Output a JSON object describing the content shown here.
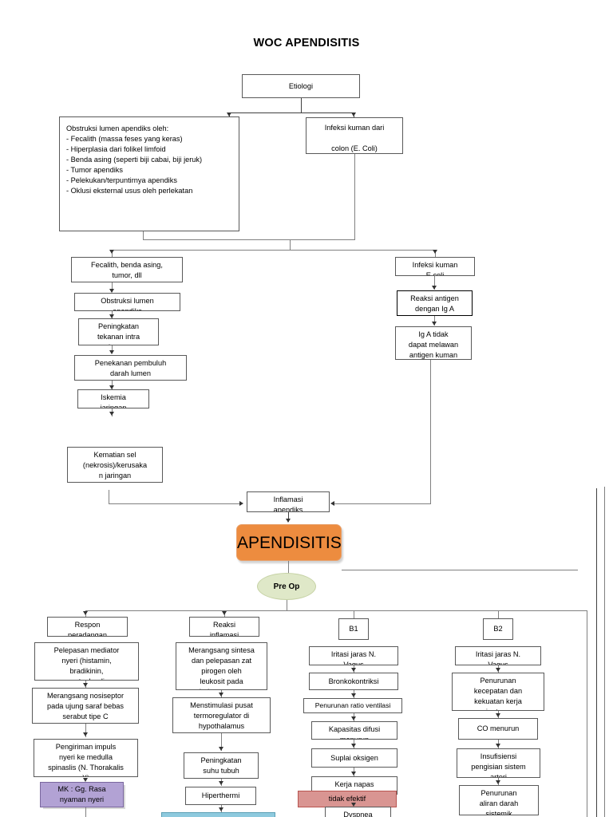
{
  "document": {
    "title": "WOC APENDISITIS"
  },
  "nodes": {
    "etiologi": "Etiologi",
    "obstruksi_list": "Obstruksi lumen apendiks oleh:\n- Fecalith (massa feses yang keras)\n- Hiperplasia dari folikel limfoid\n- Benda asing (seperti biji cabai, biji jeruk)\n- Tumor apendiks\n- Pelekukan/terpuntirnya apendiks\n- Oklusi eksternal usus oleh perlekatan",
    "infeksi_kuman_colon": "Infeksi kuman dari\n\ncolon (E. Coli)",
    "fecalith_benda": "Fecalith, benda asing,\ntumor, dll",
    "obstruksi_lumen": "Obstruksi lumen\napendiks",
    "peningkatan_tekanan": "Peningkatan\ntekanan intra\nlumen",
    "penekanan_pembuluh": "Penekanan pembuluh\ndarah lumen",
    "iskemia": "Iskemia\njaringan",
    "infeksi_ecoli": "Infeksi kuman\nE coli",
    "reaksi_antigen": "Reaksi antigen\ndengan Ig A",
    "iga_tidak": "Ig A tidak\ndapat melawan\nantigen kuman",
    "kematian_sel": "Kematian sel\n(nekrosis)/kerusaka\nn jaringan",
    "inflamasi_apendiks": "Inflamasi\napendiks",
    "apendisitis": "APENDISITIS",
    "pre_op": "Pre Op",
    "respon_peradangan": "Respon\nperadangan",
    "pelepasan_mediator": "Pelepasan mediator\nnyeri (histamin,\nbradikinin,\nprostaglandin",
    "merangsang_nosiseptor": "Merangsang nosiseptor\npada ujung saraf bebas\nserabut tipe C",
    "pengiriman_impuls": "Pengiriman impuls\nnyeri ke medulla\nspinaslis (N. Thorakalis\nX)",
    "mk_nyeri": "MK : Gg. Rasa\nnyaman nyeri",
    "reaksi_inflamasi": "Reaksi\ninflamasi",
    "merangsang_sintesa": "Merangsang sintesa\ndan pelepasan zat\npirogen oleh\nleukosit pada\njaringan yang",
    "menstimulasi_pusat": "Menstimulasi pusat\ntermoregulator di\nhypothalamus",
    "peningkatan_suhu": "Peningkatan\nsuhu tubuh",
    "hiperthermi": "Hiperthermi",
    "b1": "B1",
    "iritasi_jaras_b1": "Iritasi jaras N.\nVagus",
    "bronkokontriksi": "Bronkokontriksi",
    "penurunan_ratio": "Penurunan ratio ventilasi",
    "kapasitas_difusi": "Kapasitas difusi\nmenurun",
    "suplai_oksigen": "Suplai oksigen",
    "kerja_napas": "Kerja napas\nmeningkat",
    "pola_napas": "tidak efektif",
    "dyspnea": "Dyspnea",
    "b2": "B2",
    "iritasi_jaras_b2": "Iritasi jaras N.\nVagus",
    "penurunan_kecepatan": "Penurunan\nkecepatan dan\nkekuatan kerja\njantung",
    "co_menurun": "CO menurun",
    "insufisiensi": "Insufisiensi\npengisian sistem\narteri",
    "penurunan_aliran": "Penurunan\naliran darah\nsistemik"
  },
  "colors": {
    "main_node": "#ED8C3F",
    "pre_op_ellipse": "#DFE8C8",
    "nursing_diagnosis_purple": "#B2A2D4",
    "nursing_diagnosis_red": "#D99592",
    "nursing_diagnosis_blue": "#8ECADE",
    "connector": "#808080",
    "box_border": "#595959"
  }
}
